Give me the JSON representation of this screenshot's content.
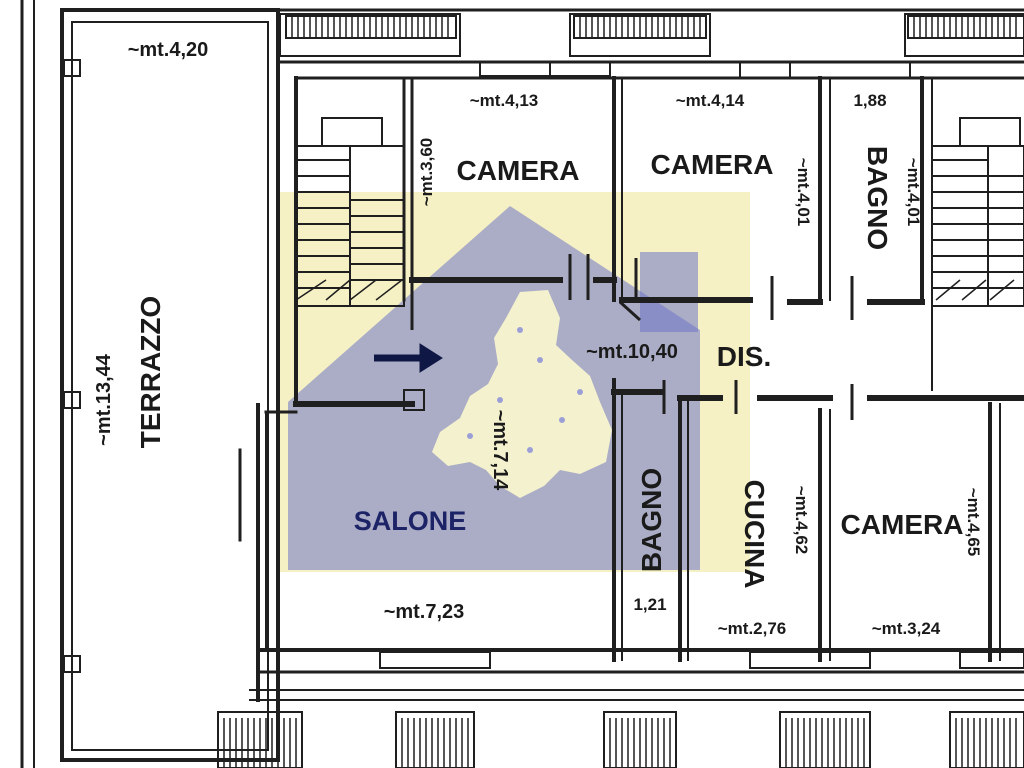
{
  "rooms": {
    "terrazzo": "TERRAZZO",
    "camera_1": "CAMERA",
    "camera_2": "CAMERA",
    "bagno_1": "BAGNO",
    "dis": "DIS.",
    "salone": "SALONE",
    "bagno_2": "BAGNO",
    "cucina": "CUCINA",
    "camera_3": "CAMERA"
  },
  "dimensions": {
    "terrazzo_width": "~mt.4,20",
    "terrazzo_length": "~mt.13,44",
    "camera_1_width": "~mt.4,13",
    "camera_2_width": "~mt.4,14",
    "bagno_1_width": "1,88",
    "stair_depth": "~mt.3,60",
    "camera_2_depth": "~mt.4,01",
    "bagno_1_depth": "~mt.4,01",
    "corridor_length": "~mt.10,40",
    "salone_depth": "~mt.7,14",
    "salone_width": "~mt.7,23",
    "bagno_2_width": "1,21",
    "cucina_width": "~mt.2,76",
    "cucina_depth": "~mt.4,62",
    "camera_3_width": "~mt.3,24",
    "camera_3_depth": "~mt.4,65"
  },
  "colors": {
    "wall": "#1f1f1f",
    "watermark_blue": "#6d74c9",
    "watermark_yellow": "#f3ecb0",
    "arrow": "#0f1745"
  }
}
